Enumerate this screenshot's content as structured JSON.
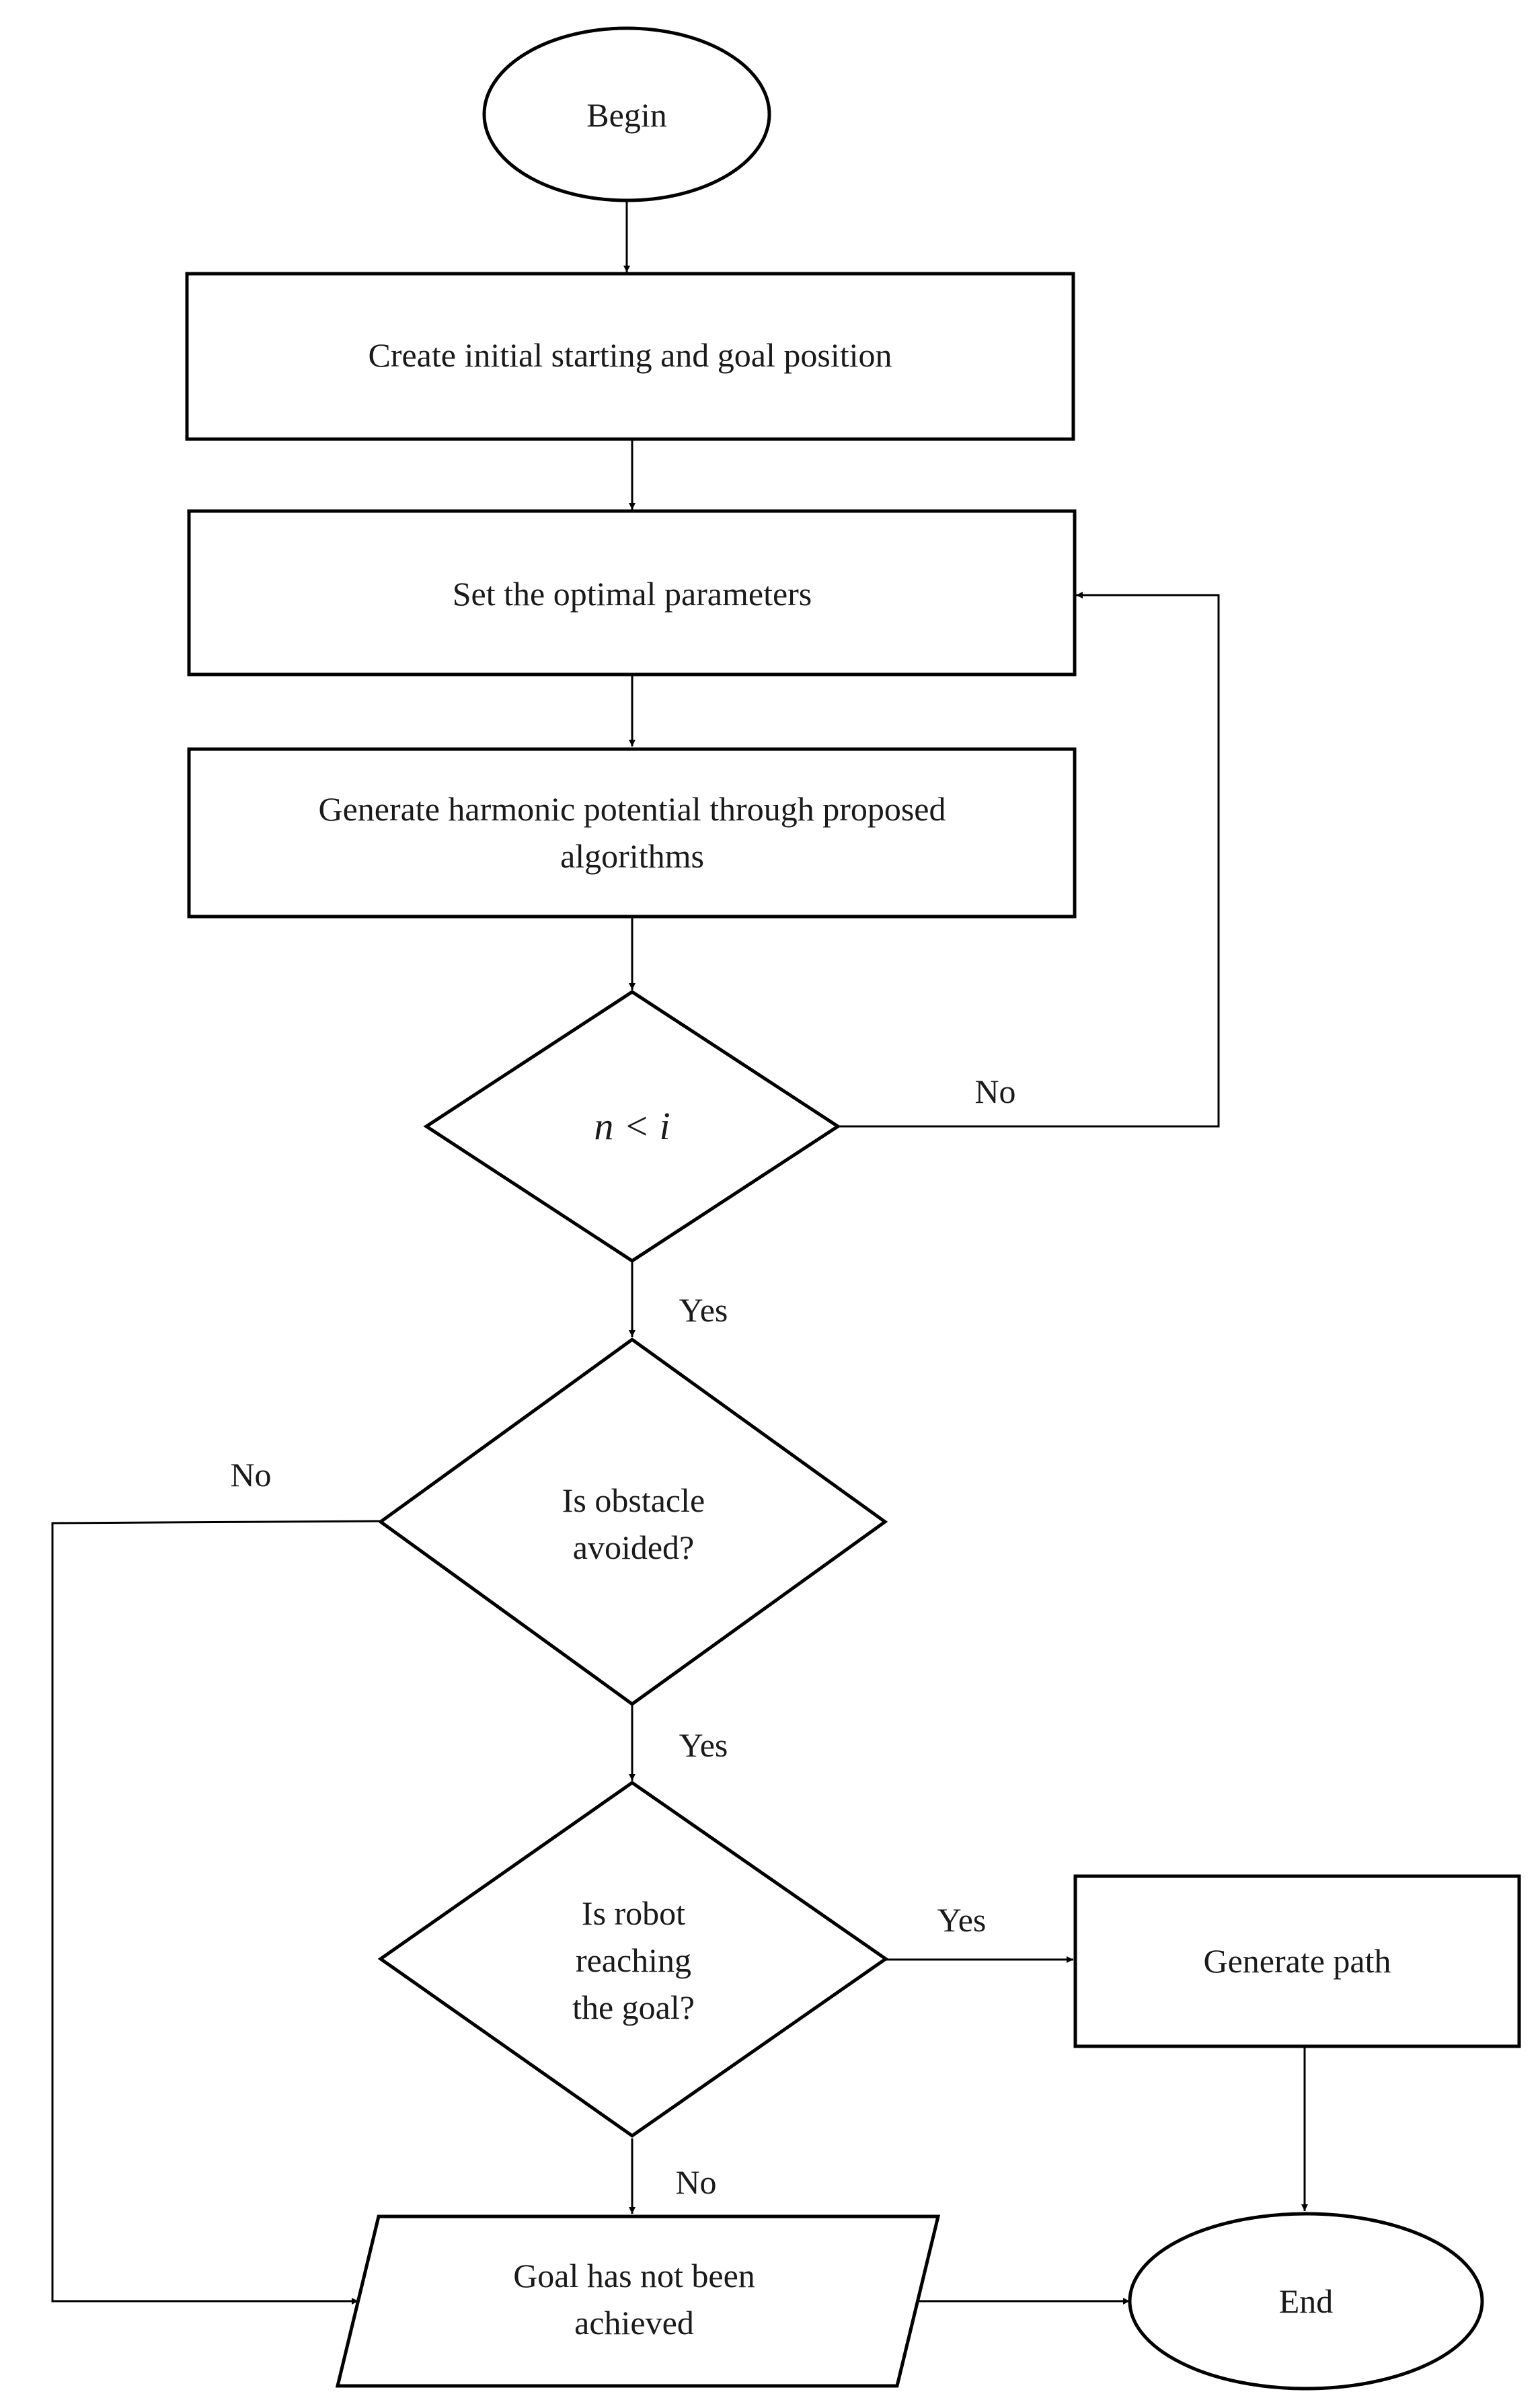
{
  "nodes": {
    "begin": "Begin",
    "create": "Create initial starting and goal position",
    "set_params": "Set the optimal parameters",
    "generate_potential": [
      "Generate harmonic potential through proposed",
      "algorithms"
    ],
    "loop_check": "n < i",
    "obstacle_check": [
      "Is obstacle",
      "avoided?"
    ],
    "goal_check": [
      "Is robot",
      "reaching",
      "the goal?"
    ],
    "generate_path": "Generate path",
    "not_achieved": [
      "Goal has not been",
      "achieved"
    ],
    "end": "End"
  },
  "edge_labels": {
    "loop_no": "No",
    "loop_yes": "Yes",
    "obstacle_no": "No",
    "obstacle_yes": "Yes",
    "goal_yes": "Yes",
    "goal_no": "No"
  }
}
